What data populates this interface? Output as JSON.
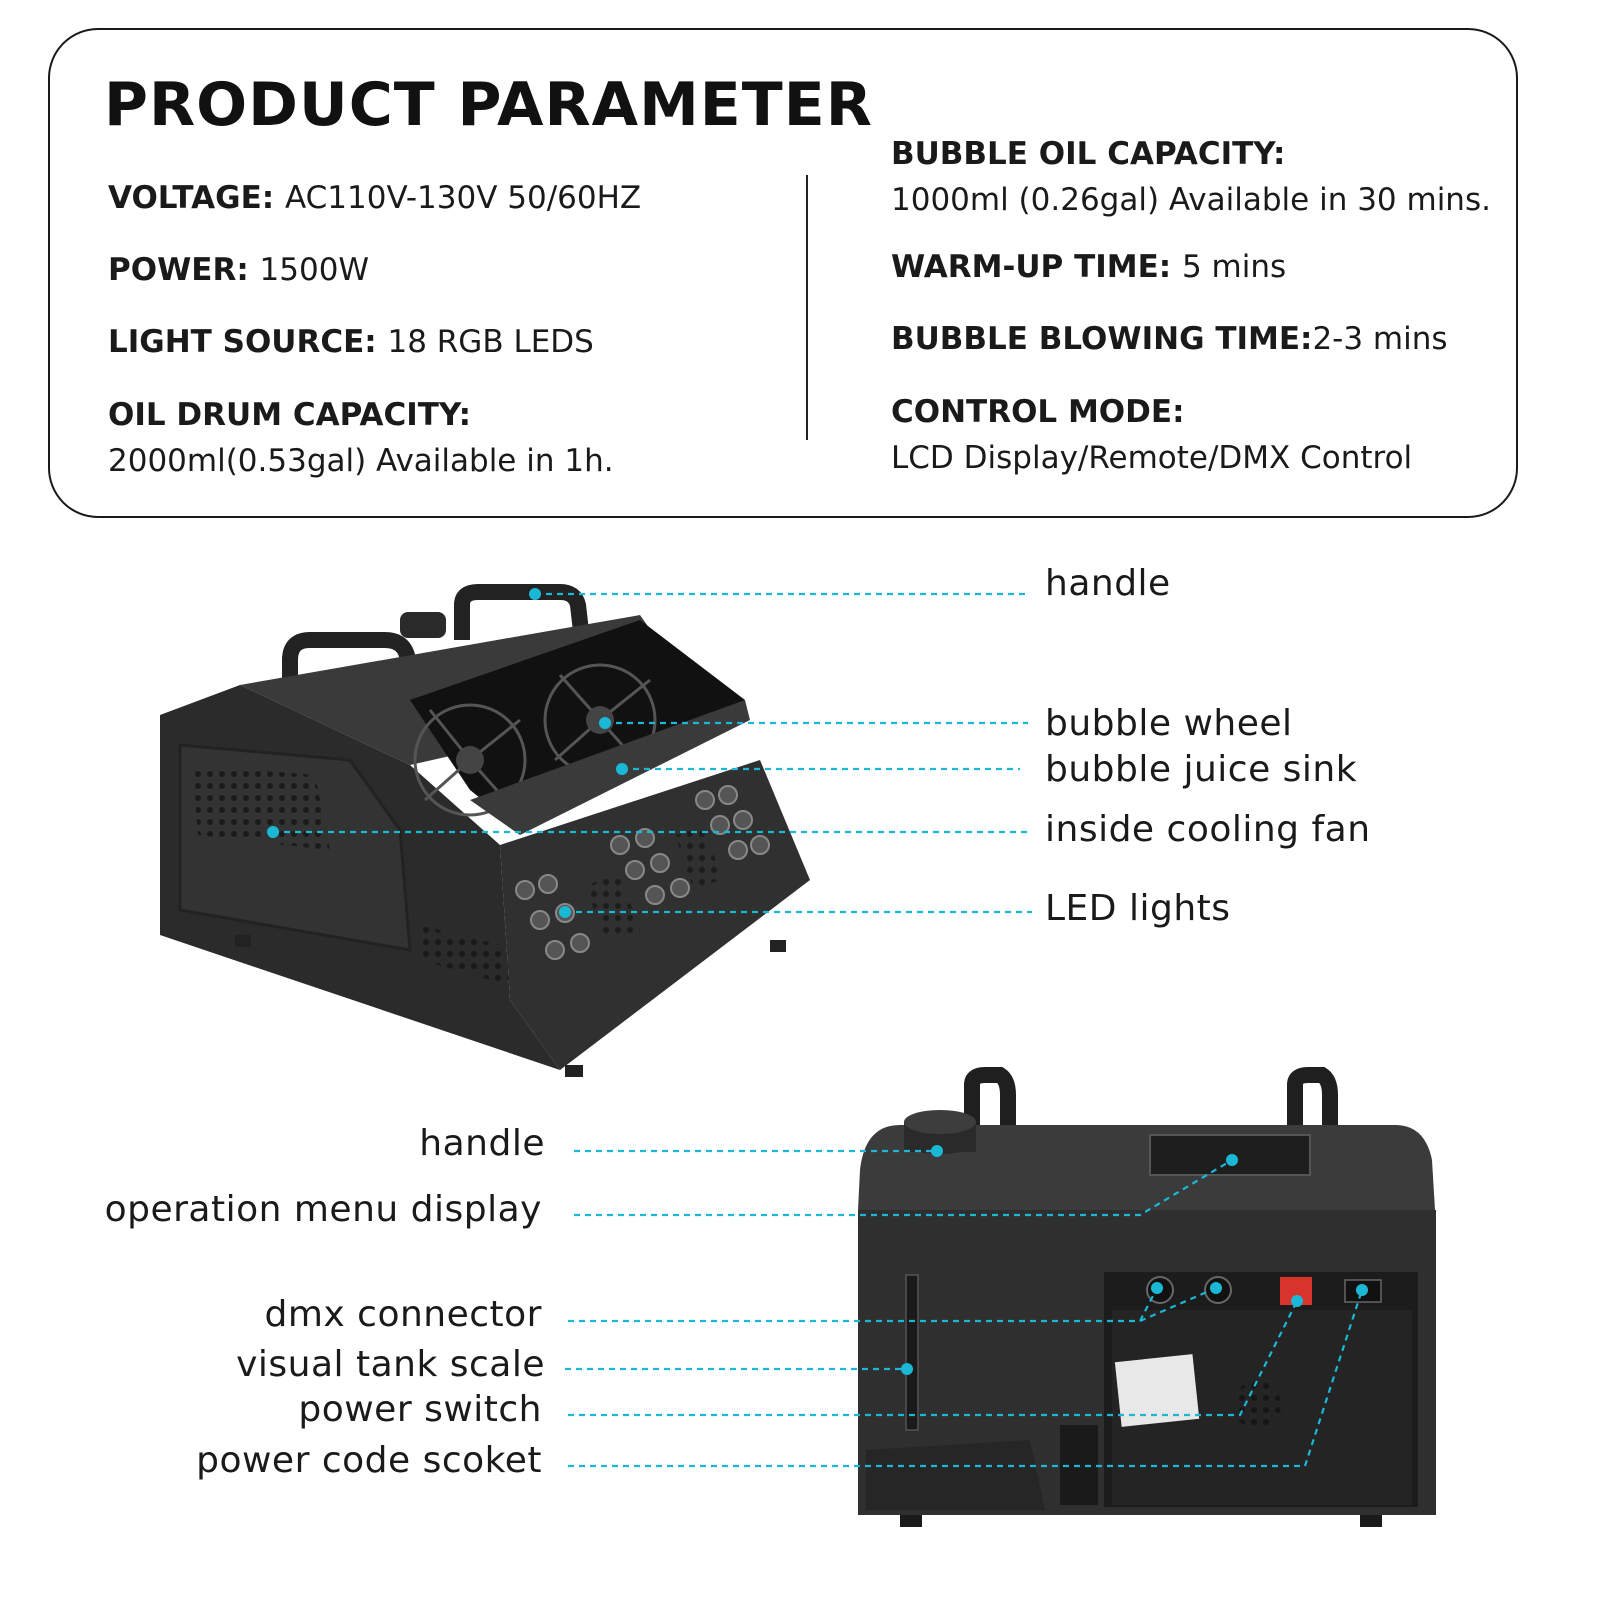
{
  "title": "PRODUCT PARAMETER",
  "specs_left": [
    {
      "label": "VOLTAGE",
      "sep": ": ",
      "value": "AC110V-130V 50/60HZ"
    },
    {
      "label": "POWER",
      "sep": ": ",
      "value": "1500W"
    },
    {
      "label": "LIGHT SOURCE",
      "sep": ": ",
      "value": "18 RGB LEDS"
    },
    {
      "label": "OIL DRUM CAPACITY",
      "sep": ":",
      "value": "2000ml(0.53gal) Available in 1h."
    }
  ],
  "specs_right": [
    {
      "label": "BUBBLE OIL CAPACITY",
      "sep": ":",
      "value": "1000ml (0.26gal) Available in 30 mins."
    },
    {
      "label": "WARM-UP TIME",
      "sep": ": ",
      "value": "5 mins"
    },
    {
      "label": "BUBBLE BLOWING TIME",
      "sep": ":",
      "value": "2-3 mins"
    },
    {
      "label": "CONTROL MODE",
      "sep": ":",
      "value": "LCD Display/Remote/DMX Control"
    }
  ],
  "front_labels": [
    "handle",
    "bubble wheel",
    "bubble juice sink",
    "inside cooling fan",
    "LED lights"
  ],
  "back_labels": [
    "handle",
    "operation menu display",
    "dmx connector",
    "visual tank scale",
    "power switch",
    "power code scoket"
  ],
  "colors": {
    "leader": "#1bb8d6",
    "machine": "#2f2f2f",
    "switch": "#d9342b"
  }
}
